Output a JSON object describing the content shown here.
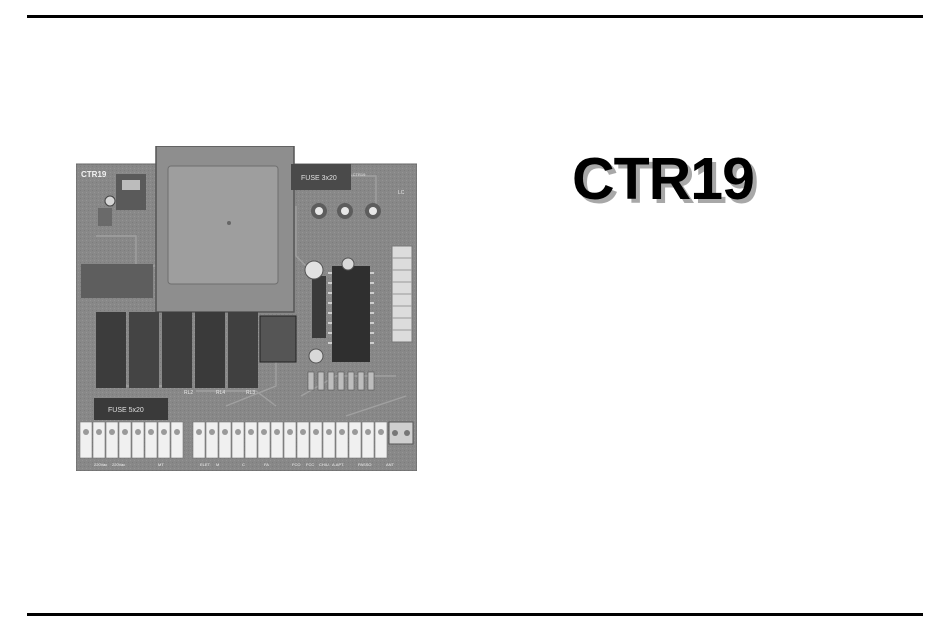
{
  "document": {
    "title": "CTR19"
  },
  "board_photo": {
    "board_label": "CTR19",
    "fuse_top_label": "FUSE 3x20",
    "fuse_bottom_label": "FUSE 5x20",
    "relay_labels": [
      "RL2",
      "RL4",
      "RL3"
    ],
    "connector_labels": [
      "220Vac",
      "220Vac",
      "MT",
      "ELET.",
      "M",
      "C",
      "FA",
      "FCO",
      "FCC",
      "CHIU.",
      "A.APT.",
      "PASSO",
      "ANT"
    ],
    "colors": {
      "pcb": "#8a8a8a",
      "transformer": "#9c9c9c",
      "terminal": "#f0f0f0",
      "relay": "#3e3e3e"
    }
  }
}
